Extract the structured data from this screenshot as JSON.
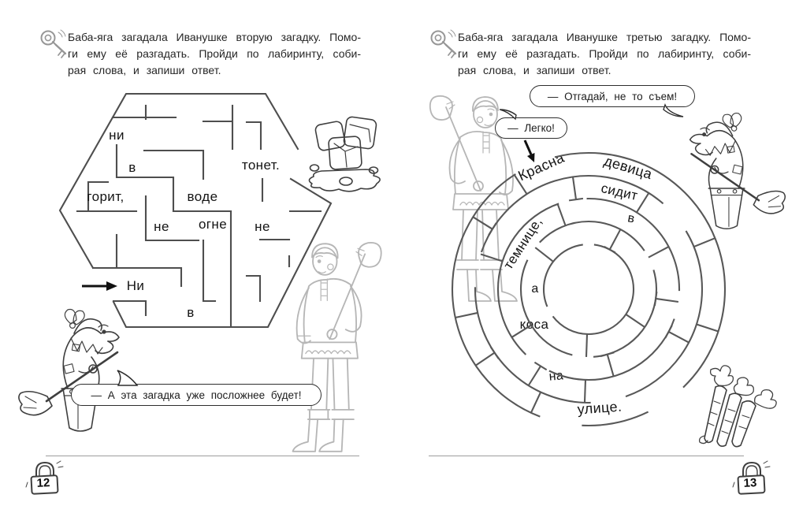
{
  "colors": {
    "ink": "#141414",
    "maze_line": "#4e4e4e",
    "light_figure": "#b6b6b6",
    "border": "#2e2e2e",
    "divider": "#9d9d9d"
  },
  "icons": {
    "header": "key-icon",
    "page_badge": "lock-icon",
    "maze_entry": "arrow-icon",
    "illustrations": [
      "ice-cubes",
      "baba-yaga-in-mortar",
      "ivanushka-with-bundle",
      "carrots"
    ]
  },
  "left_page": {
    "instruction": [
      "Баба-яга загадала Иванушке вторую загадку. Помо-",
      "ги ему её разгадать. Пройди по лабиринту, соби-",
      "рая слова, и запиши ответ."
    ],
    "maze_words": [
      "ни",
      "в",
      "тонет.",
      "горит,",
      "воде",
      "огне",
      "не",
      "не",
      "Ни",
      "в"
    ],
    "bubble": "— А эта загадка уже посложнее будет!",
    "page_number": "12"
  },
  "right_page": {
    "instruction": [
      "Баба-яга загадала Иванушке третью загадку. Помо-",
      "ги ему её разгадать. Пройди по лабиринту, соби-",
      "рая слова, и запиши ответ."
    ],
    "maze_words": [
      "Красна",
      "девица",
      "сидит",
      "в",
      "темнице,",
      "а",
      "коса",
      "на",
      "улице."
    ],
    "bubble_baba_yaga": "— Отгадай, не то съем!",
    "bubble_ivanushka": "— Легко!",
    "page_number": "13"
  }
}
